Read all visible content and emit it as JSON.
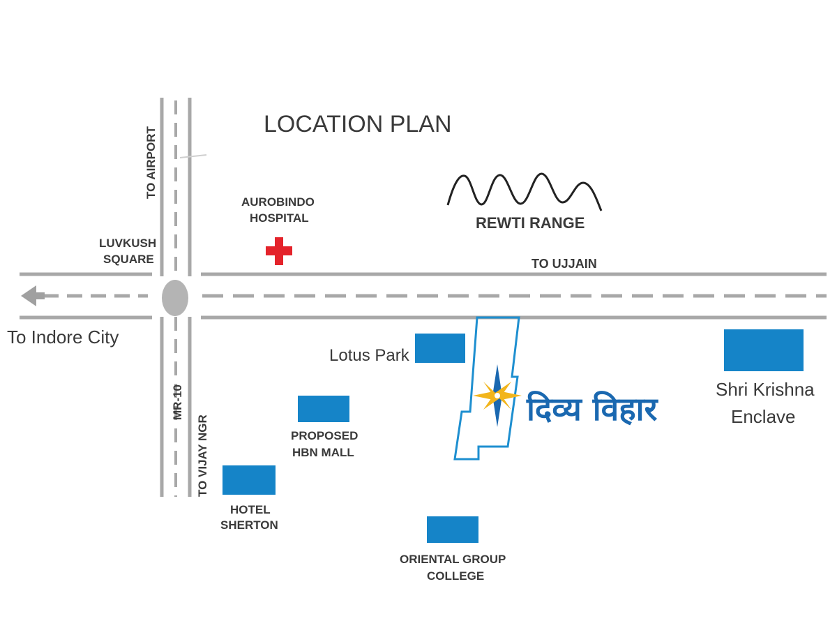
{
  "map": {
    "title": "LOCATION PLAN",
    "roads": {
      "to_airport": "TO AIRPORT",
      "to_ujjain": "TO UJJAIN",
      "to_indore_city": "To Indore City",
      "mr10": "MR-10",
      "to_vijay_ngr": "TO VIJAY NGR"
    },
    "landmarks": {
      "luvkush_line1": "LUVKUSH",
      "luvkush_line2": "SQUARE",
      "aurobindo_line1": "AUROBINDO",
      "aurobindo_line2": "HOSPITAL",
      "rewti_range": "REWTI RANGE",
      "lotus_park": "Lotus Park",
      "shri_krishna_line1": "Shri Krishna",
      "shri_krishna_line2": "Enclave",
      "hbn_line1": "PROPOSED",
      "hbn_line2": "HBN MALL",
      "sherton_line1": "HOTEL",
      "sherton_line2": "SHERTON",
      "oriental_line1": "ORIENTAL GROUP",
      "oriental_line2": "COLLEGE"
    },
    "project_name": "दिव्य विहार",
    "colors": {
      "road": "#a8a8a8",
      "building": "#1584c8",
      "project_outline": "#1e8fd0",
      "project_text": "#1a68b0",
      "hospital_cross": "#e4232b",
      "star_gold": "#f2b51c",
      "star_blue": "#1a68b0",
      "text": "#3a3a3a",
      "roundabout": "#b4b4b4"
    },
    "icons": [
      "hospital-cross-icon",
      "compass-star-icon",
      "mountain-range-icon",
      "arrow-left-icon"
    ]
  }
}
